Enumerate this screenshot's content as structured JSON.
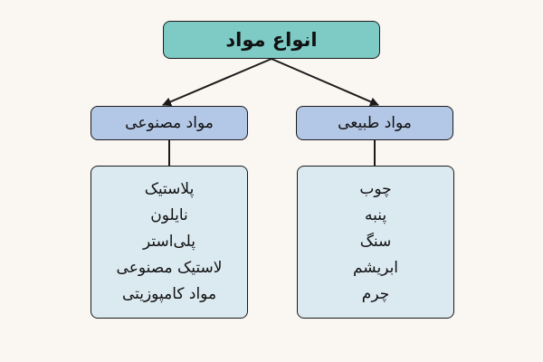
{
  "root": {
    "label": "انواع مواد"
  },
  "categories": [
    {
      "label": "مواد طبیعی",
      "items": [
        "چوب",
        "پنبه",
        "سنگ",
        "ابریشم",
        "چرم"
      ]
    },
    {
      "label": "مواد مصنوعی",
      "items": [
        "پلاستیک",
        "نایلون",
        "پلی‌استر",
        "لاستیک مصنوعی",
        "مواد کامپوزیتی"
      ]
    }
  ],
  "colors": {
    "root_fill": "#7ecbc6",
    "category_fill": "#b3c7e6",
    "list_fill": "#dbe9f1",
    "stroke": "#1a1a1a",
    "background": "#faf7f3"
  }
}
